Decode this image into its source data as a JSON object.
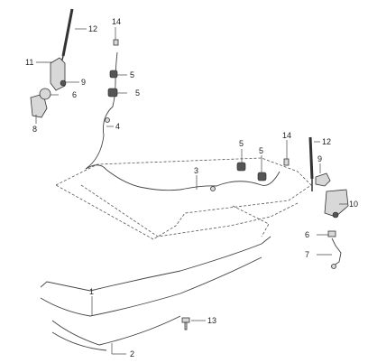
{
  "callouts": {
    "c1": "1",
    "c2": "2",
    "c3": "3",
    "c4": "4",
    "c5a": "5",
    "c5b": "5",
    "c5c": "5",
    "c5d": "5",
    "c6a": "6",
    "c6b": "6",
    "c7": "7",
    "c8": "8",
    "c9a": "9",
    "c9b": "9",
    "c10": "10",
    "c11": "11",
    "c12a": "12",
    "c12b": "12",
    "c13": "13",
    "c14a": "14",
    "c14b": "14"
  }
}
